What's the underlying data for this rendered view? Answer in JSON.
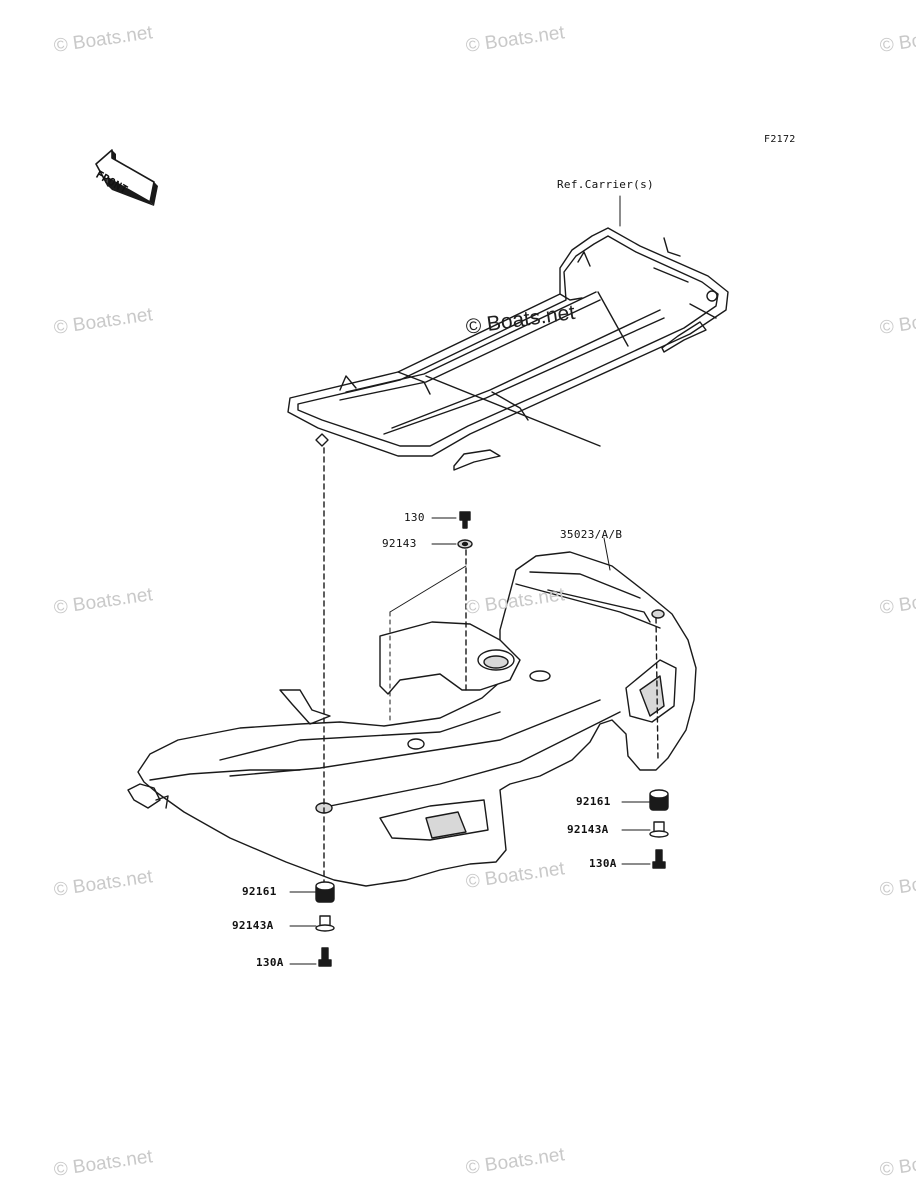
{
  "watermark_text": "© Boats.net",
  "center_watermark_text": "© Boats.net",
  "figure_code": "F2172",
  "front_label": "FRONT",
  "ref_label": "Ref.Carrier(s)",
  "parts": {
    "fender": "35023/A/B",
    "bolt_top": "130",
    "washer_top": "92143",
    "grommet_right": "92161",
    "collar_right": "92143A",
    "bolt_right": "130A",
    "grommet_left": "92161",
    "collar_left": "92143A",
    "bolt_left": "130A"
  },
  "colors": {
    "line": "#1a1a1a",
    "watermark": "#c9c9c9",
    "fill": "#ffffff",
    "shade": "#d8d8d8"
  }
}
